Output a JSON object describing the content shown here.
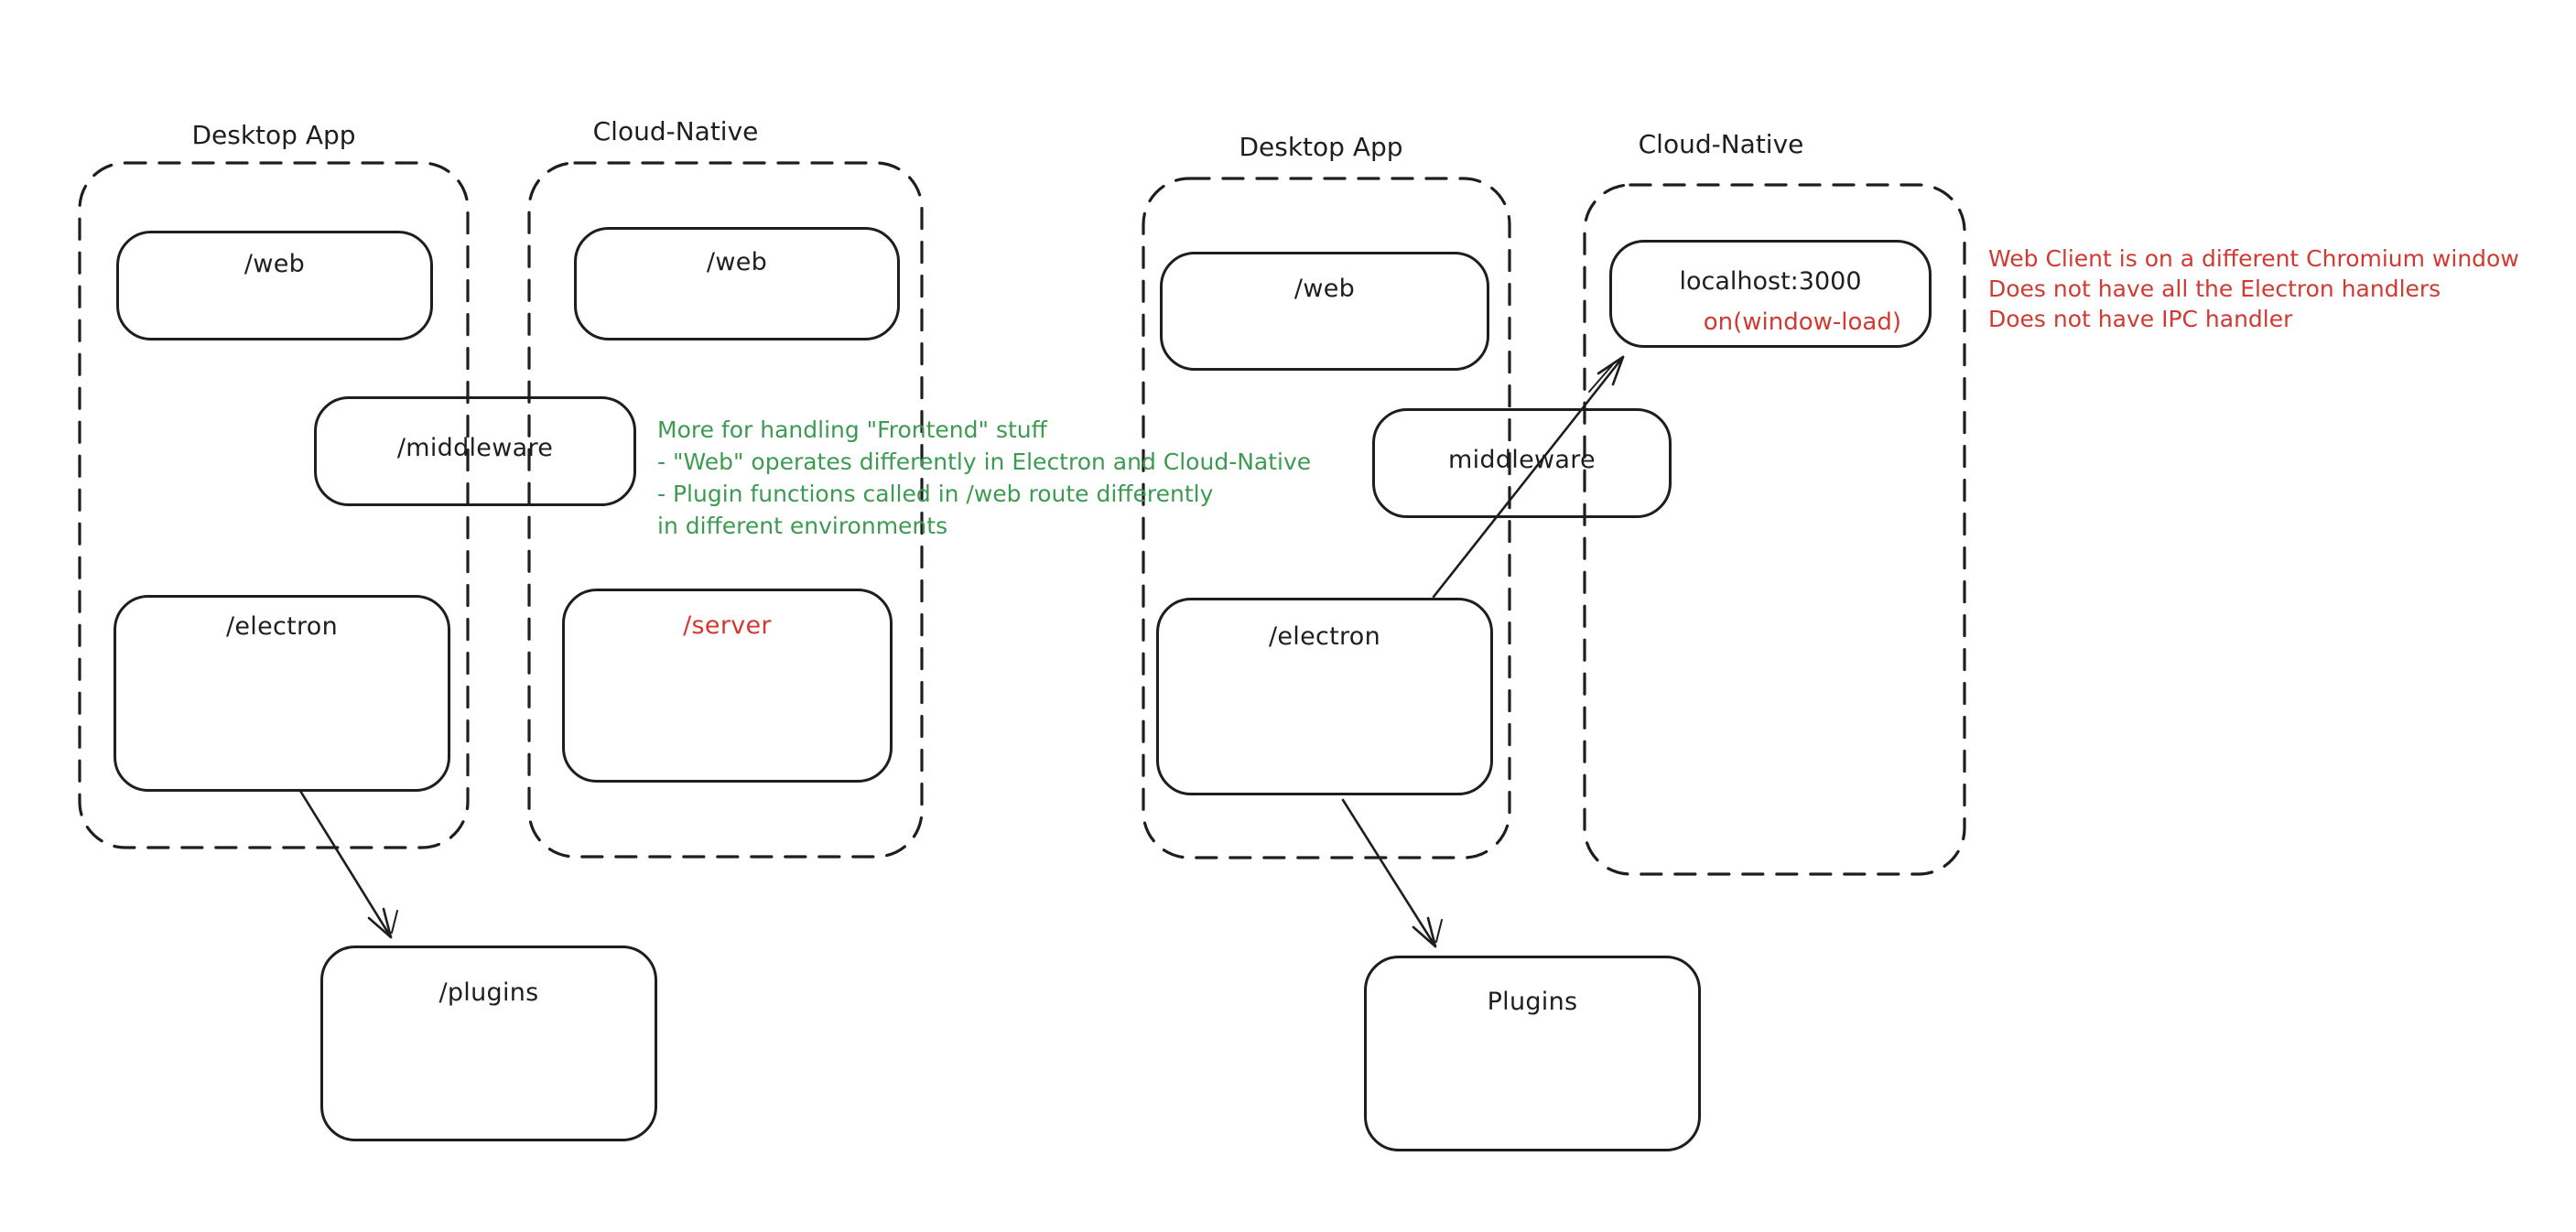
{
  "diagram_style": "hand-drawn architecture sketch",
  "colors": {
    "ink": "#1e1e1e",
    "red": "#d03a33",
    "green": "#3d9a51",
    "background": "#ffffff"
  },
  "left": {
    "group_labels": {
      "desktop": "Desktop App",
      "cloud": "Cloud-Native"
    },
    "boxes": {
      "web_desktop": "/web",
      "web_cloud": "/web",
      "middleware": "/middleware",
      "electron": "/electron",
      "server": "/server",
      "plugins": "/plugins"
    },
    "green_note": {
      "lines": [
        "More for handling \"Frontend\" stuff",
        "- \"Web\" operates differently in Electron and Cloud-Native",
        "- Plugin functions called in /web route differently",
        "in different environments"
      ]
    }
  },
  "right": {
    "group_labels": {
      "desktop": "Desktop App",
      "cloud": "Cloud-Native"
    },
    "boxes": {
      "web": "/web",
      "localhost": "localhost:3000",
      "on_window_load": "on(window-load)",
      "middleware": "middleware",
      "electron": "/electron",
      "plugins": "Plugins"
    },
    "red_note": {
      "lines": [
        "Web Client is on a different Chromium window",
        "Does not have all the Electron handlers",
        "Does not have IPC handler"
      ]
    }
  }
}
